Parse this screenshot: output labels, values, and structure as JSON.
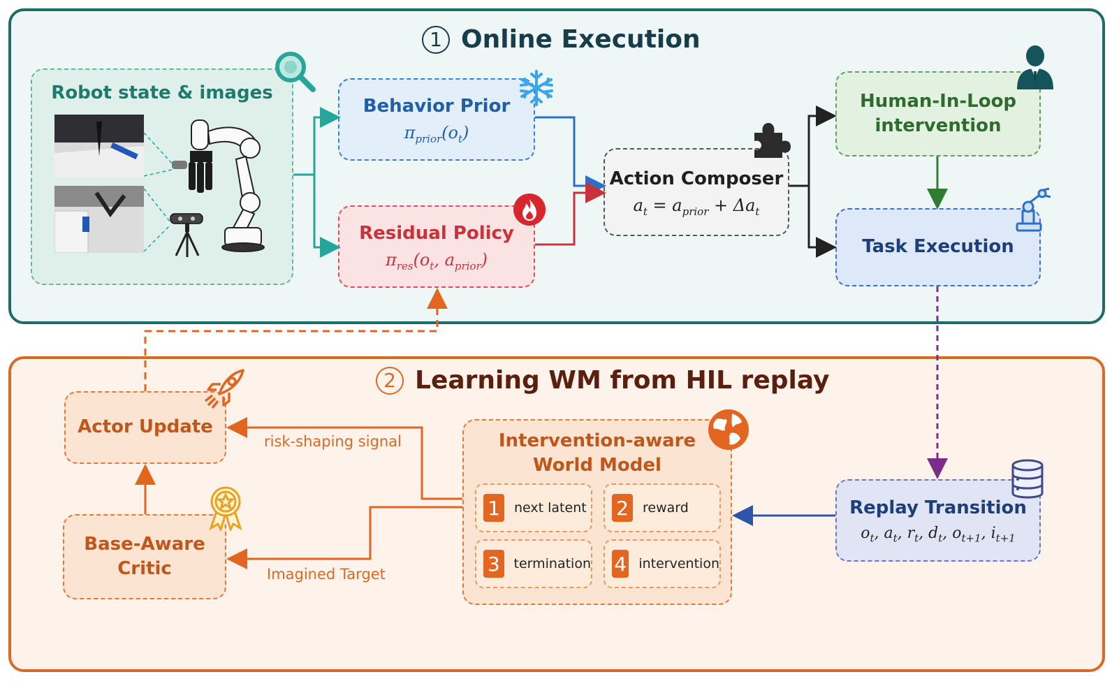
{
  "online": {
    "num": "1",
    "title": "Online Execution",
    "robot_title": "Robot state & images",
    "behavior_prior": {
      "title": "Behavior Prior",
      "formula_main": "π",
      "formula_sub": "prior",
      "formula_arg": "(o",
      "formula_arg_sub": "t",
      "formula_end": ")"
    },
    "residual_policy": {
      "title": "Residual Policy"
    },
    "action_composer": {
      "title": "Action Composer"
    },
    "hil": {
      "title_line1": "Human-In-Loop",
      "title_line2": "intervention"
    },
    "task_execution": {
      "title": "Task Execution"
    }
  },
  "learning": {
    "num": "2",
    "title": "Learning WM from HIL replay",
    "actor_update": {
      "title": "Actor Update"
    },
    "critic": {
      "title_line1": "Base-Aware",
      "title_line2": "Critic"
    },
    "world_model": {
      "title_line1": "Intervention-aware",
      "title_line2": "World Model",
      "heads": [
        {
          "num": "1",
          "label": "next latent"
        },
        {
          "num": "2",
          "label": "reward"
        },
        {
          "num": "3",
          "label": "termination"
        },
        {
          "num": "4",
          "label": "intervention"
        }
      ]
    },
    "replay": {
      "title": "Replay Transition"
    },
    "edge_risk": "risk-shaping signal",
    "edge_target": "Imagined Target"
  },
  "colors": {
    "online_border": "#1f6b6a",
    "learning_border": "#d86a28",
    "behavior_blue": "#1e5fa8",
    "residual_red": "#c8323a",
    "hil_green": "#2e7d32",
    "purple_flow": "#7b2d8b"
  },
  "icons": [
    "magnifier-icon",
    "snowflake-icon",
    "flame-icon",
    "puzzle-icon",
    "person-icon",
    "robot-arm-icon",
    "rocket-icon",
    "award-icon",
    "globe-icon",
    "database-icon"
  ]
}
